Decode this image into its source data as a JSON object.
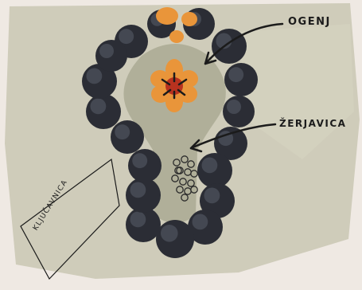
{
  "labels": {
    "fire": "OGENJ",
    "embers": "ŽERJAVICA",
    "keyhole": "KLJUČAVNICA"
  },
  "colors": {
    "paper": "#efe9e3",
    "wash": "#c9c7b3",
    "stones": "#2b2d35",
    "stone_highlight": "#5a5e6a",
    "flame_orange": "#e9953a",
    "flame_red": "#b8321f",
    "ink": "#1b1b1b"
  }
}
